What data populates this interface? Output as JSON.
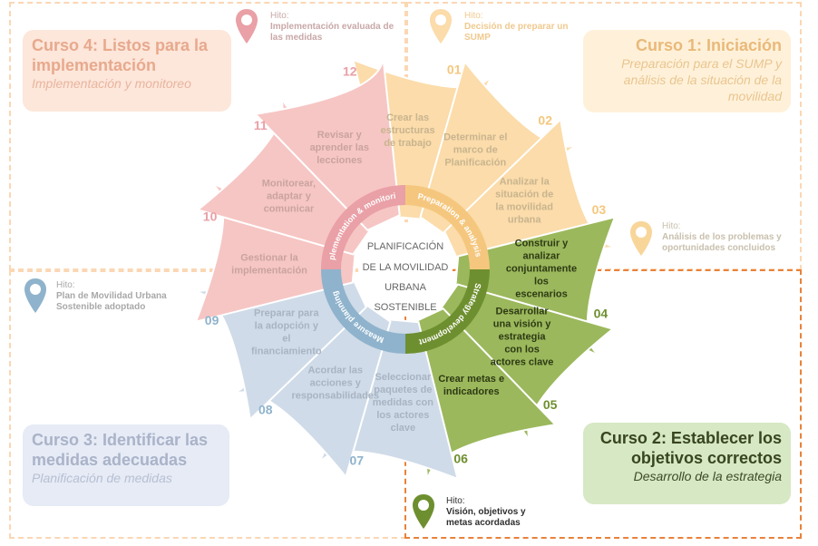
{
  "center": {
    "lines": [
      "PLANIFICACIÓN",
      "DE LA MOVILIDAD",
      "URBANA",
      "SOSTENIBLE"
    ]
  },
  "ring_labels": {
    "top_right": "Preparation & analysis",
    "top_left": "Implementation & monitoring",
    "bottom_left": "Measure planning",
    "bottom_right": "Strategy development"
  },
  "courses": {
    "c1": {
      "title": "Curso 1: Iniciación",
      "subtitle": "Preparación para el SUMP y análisis de la situación de la movilidad"
    },
    "c2": {
      "title": "Curso 2: Establecer los objetivos correctos",
      "subtitle": "Desarrollo de la estrategia"
    },
    "c3": {
      "title": "Curso 3: Identificar las medidas adecuadas",
      "subtitle": "Planificación de medidas"
    },
    "c4": {
      "title": "Curso 4: Listos para la implementación",
      "subtitle": "Implementación y monitoreo"
    }
  },
  "milestones": {
    "label": "Hito:",
    "m1": "Decisión de preparar un SUMP",
    "m2": "Análisis de los problemas y oportunidades concluidos",
    "m3": "Visión, objetivos y metas acordadas",
    "m4": "Plan de Movilidad Urbana Sostenible adoptado",
    "m5": "Implementación evaluada de las medidas"
  },
  "steps": [
    {
      "num": "01",
      "text": "Crear las estructuras de trabajo"
    },
    {
      "num": "02",
      "text": "Determinar el marco de Planificación"
    },
    {
      "num": "03",
      "text": "Analizar la situación de la movilidad urbana"
    },
    {
      "num": "04",
      "text": "Construir y analizar conjuntamente los escenarios"
    },
    {
      "num": "05",
      "text": "Desarrollar una visión y estrategia con los actores clave"
    },
    {
      "num": "06",
      "text": "Crear metas e indicadores"
    },
    {
      "num": "07",
      "text": "Seleccionar paquetes de medidas con los actores clave"
    },
    {
      "num": "08",
      "text": "Acordar las acciones y responsabilidades"
    },
    {
      "num": "09",
      "text": "Preparar para la adopción y el financiamiento"
    },
    {
      "num": "10",
      "text": "Gestionar la implementación"
    },
    {
      "num": "11",
      "text": "Monitorear, adaptar y comunicar"
    },
    {
      "num": "12",
      "text": "Revisar y aprender las lecciones"
    }
  ],
  "colors": {
    "phase1": "#fbdcaa",
    "phase1_dark": "#f5c77e",
    "phase2": "#9bb85c",
    "phase2_dark": "#6e8f2f",
    "phase3": "#cfdbe8",
    "phase3_dark": "#8fb3cc",
    "phase4": "#f6c6c4",
    "phase4_dark": "#e9a0a6"
  }
}
